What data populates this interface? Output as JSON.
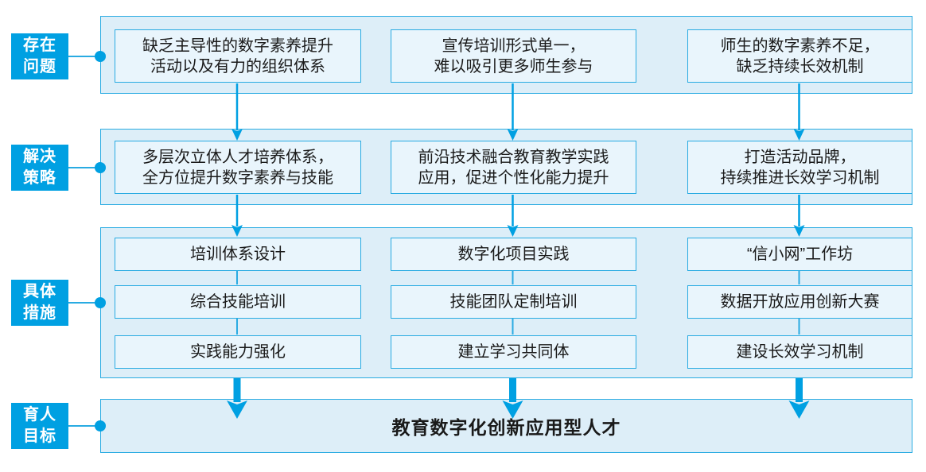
{
  "diagram_type": "flowchart",
  "colors": {
    "accent": "#00a0e2",
    "line": "#29abe2",
    "container_fill": "#ddeef8",
    "box_fill": "#e9f5fc",
    "label_text": "#ffffff",
    "text": "#1a1a1a"
  },
  "stages": [
    {
      "label_lines": [
        "存在",
        "问题"
      ],
      "boxes": [
        {
          "lines": [
            "缺乏主导性的数字素养提升",
            "活动以及有力的组织体系"
          ]
        },
        {
          "lines": [
            "宣传培训形式单一，",
            "难以吸引更多师生参与"
          ]
        },
        {
          "lines": [
            "师生的数字素养不足，",
            "缺乏持续长效机制"
          ]
        }
      ]
    },
    {
      "label_lines": [
        "解决",
        "策略"
      ],
      "boxes": [
        {
          "lines": [
            "多层次立体人才培养体系，",
            "全方位提升数字素养与技能"
          ]
        },
        {
          "lines": [
            "前沿技术融合教育教学实践",
            "应用，促进个性化能力提升"
          ]
        },
        {
          "lines": [
            "打造活动品牌，",
            "持续推进长效学习机制"
          ]
        }
      ]
    },
    {
      "label_lines": [
        "具体",
        "措施"
      ],
      "columns": [
        {
          "items": [
            "培训体系设计",
            "综合技能培训",
            "实践能力强化"
          ]
        },
        {
          "items": [
            "数字化项目实践",
            "技能团队定制培训",
            "建立学习共同体"
          ]
        },
        {
          "items": [
            "“信小网”工作坊",
            "数据开放应用创新大赛",
            "建设长效学习机制"
          ]
        }
      ]
    },
    {
      "label_lines": [
        "育人",
        "目标"
      ],
      "goal": "教育数字化创新应用型人才"
    }
  ]
}
